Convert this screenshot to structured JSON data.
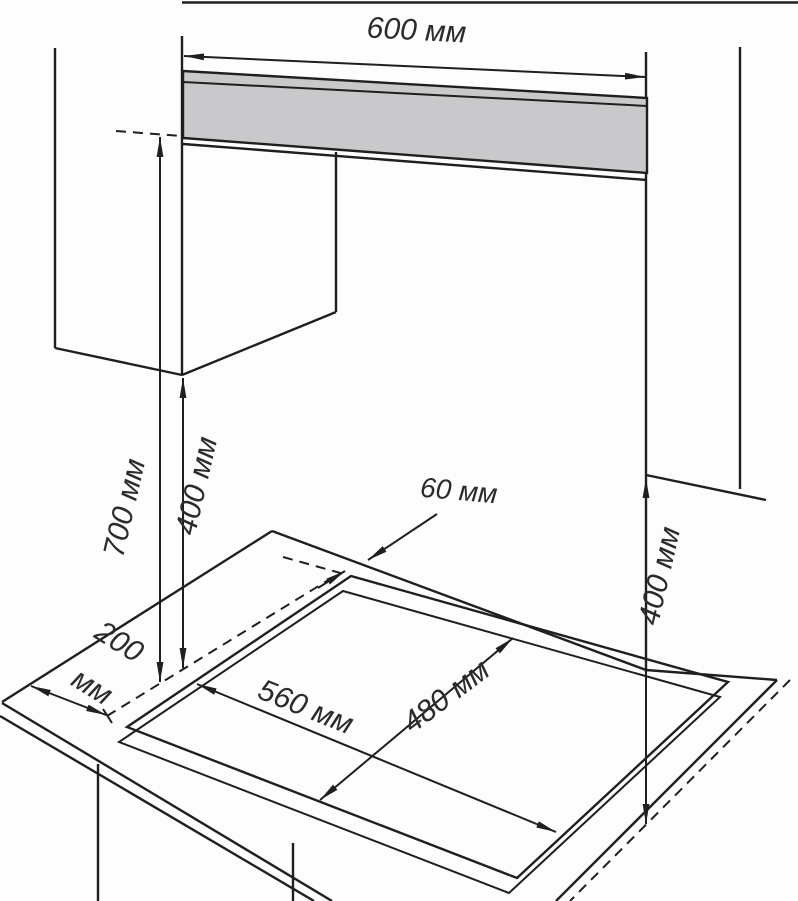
{
  "diagram": {
    "dims": {
      "d600": {
        "label": "600 мм"
      },
      "d700": {
        "label": "700 мм"
      },
      "d400_left": {
        "label": "400 мм"
      },
      "d400_right": {
        "label": "400 мм"
      },
      "d60": {
        "label": "60 мм"
      },
      "d200": {
        "value": "200",
        "unit": "мм"
      },
      "d560": {
        "label": "560 мм"
      },
      "d480": {
        "label": "480 мм"
      }
    }
  },
  "colors": {
    "line": "#1f1f1f",
    "hood_fill": "#c9c9cc",
    "background": "#fdfdfd",
    "text": "#2b2b2b"
  }
}
